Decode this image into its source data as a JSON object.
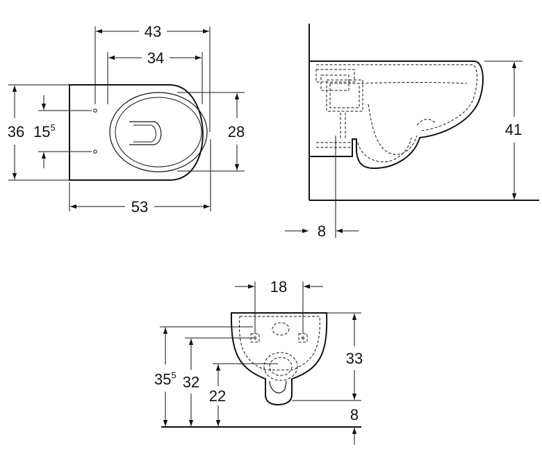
{
  "top_view": {
    "width_total": "43",
    "width_inner": "34",
    "depth_inner": "28",
    "height_total": "36",
    "fixing_spacing": "15",
    "fixing_spacing_sup": "5",
    "length": "53"
  },
  "side_view": {
    "height": "41",
    "wall_offset": "8"
  },
  "front_view": {
    "fixing_width": "18",
    "height": "33",
    "floor_offset": "8",
    "fixing_height_upper": "35",
    "fixing_height_upper_sup": "5",
    "fixing_height_lower": "32",
    "outlet_height": "22"
  }
}
